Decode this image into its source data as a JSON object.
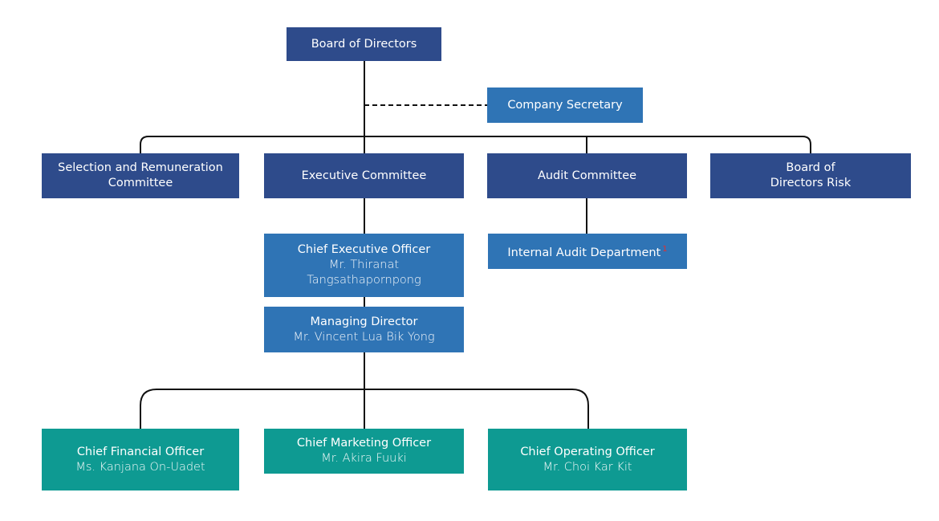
{
  "org_chart": {
    "board": {
      "title": "Board of Directors"
    },
    "secretary": {
      "title": "Company Secretary"
    },
    "committees": [
      {
        "title": "Selection and Remuneration Committee"
      },
      {
        "title": "Executive Committee"
      },
      {
        "title": "Audit Committee"
      },
      {
        "title": "Board of Directors Risk"
      }
    ],
    "ceo": {
      "title": "Chief Executive Officer",
      "person": "Mr. Thiranat Tangsathapornpong"
    },
    "internal_audit": {
      "title": "Internal Audit Department",
      "note_mark": "1"
    },
    "md": {
      "title": "Managing Director",
      "person": "Mr. Vincent Lua Bik Yong"
    },
    "officers": [
      {
        "title": "Chief Financial Officer",
        "person": "Ms. Kanjana On-Uadet"
      },
      {
        "title": "Chief Marketing Officer",
        "person": "Mr. Akira Fuuki"
      },
      {
        "title": "Chief Operating Officer",
        "person": "Mr. Choi Kar Kit"
      }
    ]
  },
  "colors": {
    "navy_box": "#2e4b8b",
    "blue_box": "#2f74b5",
    "teal_box": "#0e9a92",
    "connector": "#111111",
    "note_mark": "#e03030"
  }
}
